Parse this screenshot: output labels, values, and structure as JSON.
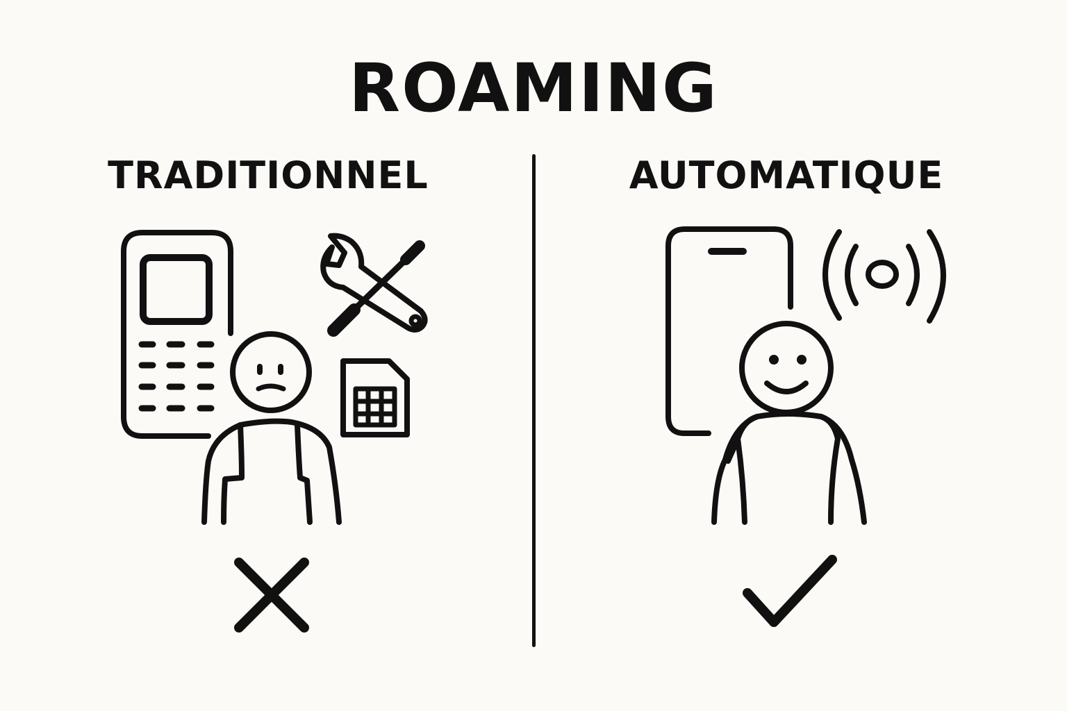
{
  "title": "ROAMING",
  "left": {
    "heading": "TRADITIONNEL",
    "icons": [
      "feature-phone-icon",
      "wrench-screwdriver-icon",
      "sim-card-icon",
      "sad-person-icon",
      "cross-mark-icon"
    ]
  },
  "right": {
    "heading": "AUTOMATIQUE",
    "icons": [
      "smartphone-icon",
      "wireless-signal-icon",
      "happy-person-icon",
      "check-mark-icon"
    ]
  },
  "colors": {
    "background": "#fbfaf6",
    "ink": "#111111"
  }
}
